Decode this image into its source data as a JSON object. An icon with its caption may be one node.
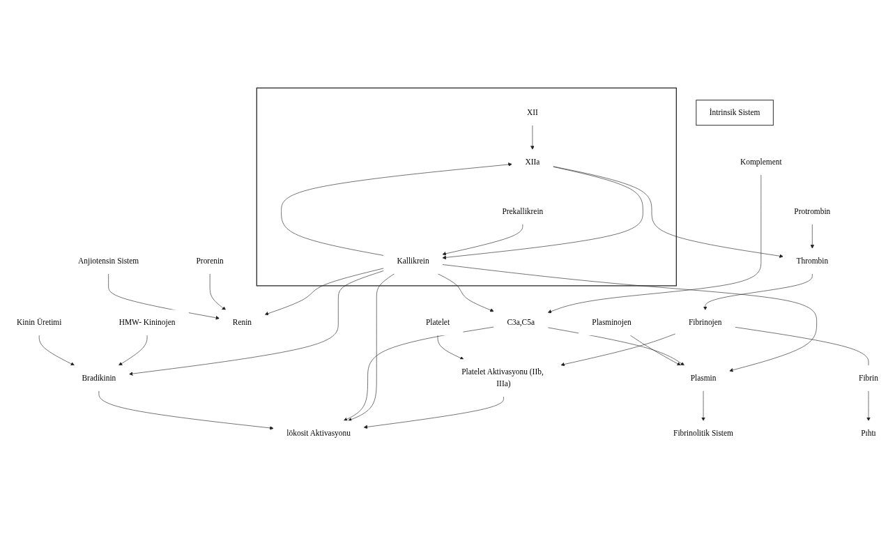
{
  "diagram": {
    "nodes": [
      {
        "text": [],
        "shape": "triangle"
      },
      {
        "text": [
          "XII"
        ],
        "in": 0
      },
      {
        "text": [
          "XIIa"
        ],
        "in": 0
      },
      {
        "text": [
          "Prekallikrein"
        ],
        "in": 0
      },
      {
        "text": [
          "Kallikrein"
        ],
        "in": 0
      },
      {
        "text": [
          "İntrinsik Sistem"
        ]
      },
      {
        "text": [
          "Protrombin"
        ]
      },
      {
        "text": [
          "Thrombin"
        ]
      },
      {
        "text": [
          "Komplement"
        ]
      },
      {
        "text": [
          "Platelet"
        ]
      },
      {
        "text": [
          "Platelet Aktivasyonu (IIb, IIIa)"
        ]
      },
      {
        "text": [
          "Fibrinojen"
        ]
      },
      {
        "text": [
          "Fibrin"
        ]
      },
      {
        "text": [
          "Pıhtı"
        ]
      },
      {
        "text": [
          "Prorenin"
        ]
      },
      {
        "text": [
          "Anjiotensin Sistem"
        ]
      },
      {
        "text": [
          "Renin"
        ]
      },
      {
        "text": [
          "C3a,C5a"
        ]
      },
      {
        "text": [
          "lökosit Aktivasyonu"
        ]
      },
      {
        "text": [
          "HMW- Kininojen"
        ]
      },
      {
        "text": [
          "Kinin Üretimi"
        ]
      },
      {
        "text": [
          "Bradikinin"
        ]
      },
      {
        "text": [
          "Plasminojen"
        ]
      },
      {
        "text": [
          "Plasmin"
        ]
      },
      {
        "text": [
          "Fibrinolitik Sistem"
        ]
      }
    ],
    "edges": [
      {
        "from": 1,
        "to": 2,
        "arrow": "to"
      },
      {
        "from": 4,
        "to": 2,
        "arrow": "to"
      },
      {
        "from": 2,
        "to": 4,
        "arrow": "to"
      },
      {
        "from": 3,
        "to": 4,
        "arrow": "to"
      },
      {
        "from": 2,
        "to": 7,
        "arrow": "to"
      },
      {
        "from": 6,
        "to": 7,
        "arrow": "to"
      },
      {
        "from": 7,
        "to": 11,
        "arrow": "to"
      },
      {
        "from": 11,
        "to": 10,
        "arrow": "to"
      },
      {
        "from": 9,
        "to": 10,
        "arrow": "to"
      },
      {
        "from": 11,
        "to": 12,
        "arrow": "none"
      },
      {
        "from": 12,
        "to": 13,
        "arrow": "to"
      },
      {
        "from": 8,
        "to": 17,
        "arrow": "to"
      },
      {
        "from": 10,
        "to": 18,
        "arrow": "to"
      },
      {
        "from": 4,
        "to": 18,
        "arrow": "to"
      },
      {
        "from": 4,
        "to": 17,
        "arrow": "to"
      },
      {
        "from": 4,
        "to": 16,
        "arrow": "to"
      },
      {
        "from": 4,
        "to": 21,
        "arrow": "to"
      },
      {
        "from": 4,
        "to": 23,
        "arrow": "to"
      },
      {
        "from": 17,
        "to": 18,
        "arrow": "to"
      },
      {
        "from": 17,
        "to": 23,
        "arrow": "to"
      },
      {
        "from": 14,
        "to": 16,
        "arrow": "to"
      },
      {
        "from": 15,
        "to": 16,
        "arrow": "to"
      },
      {
        "from": 19,
        "to": 21,
        "arrow": "to"
      },
      {
        "from": 20,
        "to": 21,
        "arrow": "to"
      },
      {
        "from": 22,
        "to": 23,
        "arrow": "to"
      },
      {
        "from": 23,
        "to": 24,
        "arrow": "to"
      },
      {
        "from": 21,
        "to": 18,
        "arrow": "to"
      }
    ]
  }
}
